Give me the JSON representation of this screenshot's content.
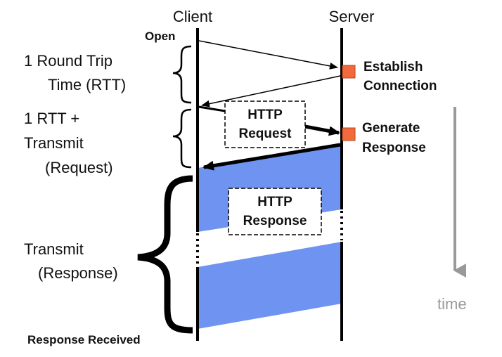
{
  "diagram": {
    "actors": {
      "client": "Client",
      "server": "Server"
    },
    "open_label": "Open",
    "phases": {
      "rtt": {
        "line1": "1 Round Trip",
        "line2": "Time (RTT)"
      },
      "request": {
        "line1": "1 RTT +",
        "line2": "Transmit",
        "line3": "(Request)"
      },
      "response": {
        "line1": "Transmit",
        "line2": "(Response)"
      }
    },
    "server_events": {
      "establish": {
        "line1": "Establish",
        "line2": "Connection"
      },
      "generate": {
        "line1": "Generate",
        "line2": "Response"
      }
    },
    "messages": {
      "request": {
        "line1": "HTTP",
        "line2": "Request"
      },
      "response": {
        "line1": "HTTP",
        "line2": "Response"
      }
    },
    "response_received": "Response Received",
    "time_label": "time",
    "colors": {
      "transfer_band": "#6f93f0",
      "event_marker": "#f26a3c",
      "time_arrow": "#999999",
      "line": "#000000"
    }
  }
}
